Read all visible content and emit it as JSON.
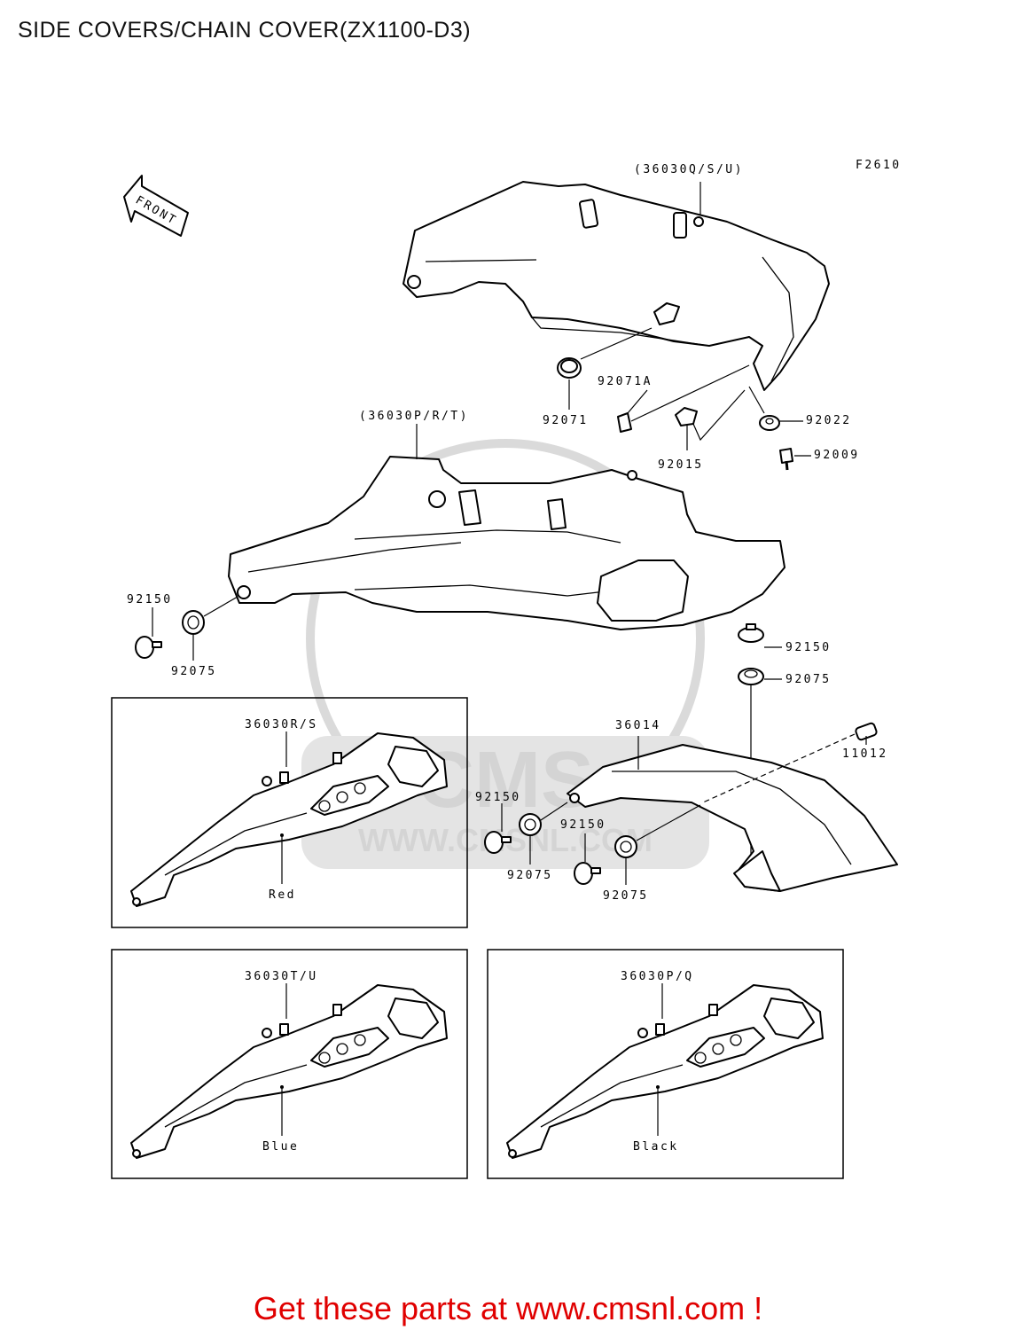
{
  "title": "SIDE COVERS/CHAIN COVER(ZX1100-D3)",
  "figure_code": "F2610",
  "front_arrow": "FRONT",
  "watermark": {
    "brand": "CMS",
    "url": "WWW.CMSNL.COM"
  },
  "labels": {
    "upper_cover": "(36030Q/S/U)",
    "lower_cover": "(36030P/R/T)",
    "p92071": "92071",
    "p92071a": "92071A",
    "p92022": "92022",
    "p92015": "92015",
    "p92009": "92009",
    "p92150_left": "92150",
    "p92075_left": "92075",
    "p92150_right": "92150",
    "p92075_right": "92075",
    "p36014": "36014",
    "p11012": "11012",
    "p92150_c1": "92150",
    "p92075_c1": "92075",
    "p92150_c2": "92150",
    "p92075_c2": "92075"
  },
  "variants": [
    {
      "part": "36030R/S",
      "color": "Red"
    },
    {
      "part": "36030T/U",
      "color": "Blue"
    },
    {
      "part": "36030P/Q",
      "color": "Black"
    }
  ],
  "footer": "Get these parts at www.cmsnl.com !"
}
